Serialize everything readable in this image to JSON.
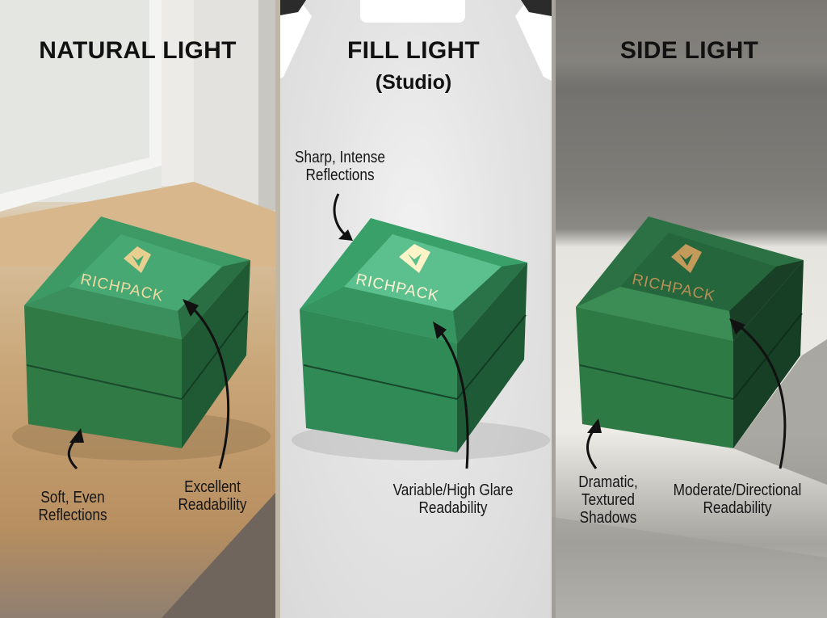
{
  "panels": [
    {
      "id": "natural",
      "title": "NATURAL LIGHT",
      "subtitle": "",
      "brand_text": "RICHPACK",
      "callouts": [
        {
          "line1": "Soft, Even",
          "line2": "Reflections",
          "line3": ""
        },
        {
          "line1": "Excellent",
          "line2": "Readability",
          "line3": ""
        }
      ]
    },
    {
      "id": "fill",
      "title": "FILL LIGHT",
      "subtitle": "(Studio)",
      "brand_text": "RICHPACK",
      "callouts": [
        {
          "line1": "Sharp, Intense",
          "line2": "Reflections",
          "line3": ""
        },
        {
          "line1": "Variable/High Glare",
          "line2": "Readability",
          "line3": ""
        }
      ]
    },
    {
      "id": "side",
      "title": "SIDE LIGHT",
      "subtitle": "",
      "brand_text": "RICHPACK",
      "callouts": [
        {
          "line1": "Dramatic,",
          "line2": "Textured",
          "line3": "Shadows"
        },
        {
          "line1": "Moderate/Directional",
          "line2": "Readability",
          "line3": ""
        }
      ]
    }
  ],
  "colors": {
    "box_green": "#2e7d4a",
    "box_dark": "#1f5a35",
    "logo_gold": "#e6cf8f",
    "text": "#111111"
  }
}
